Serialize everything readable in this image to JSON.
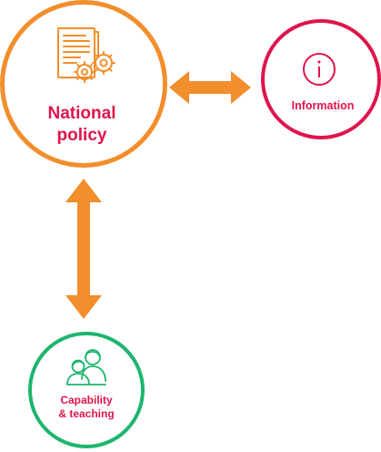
{
  "nodes": {
    "national_policy": {
      "line1": "National",
      "line2": "policy",
      "icon": "document-gears-icon",
      "color": "#f28e2b"
    },
    "information": {
      "label": "Information",
      "icon": "info-icon",
      "color": "#e0144c"
    },
    "capability": {
      "line1": "Capability",
      "line2": "& teaching",
      "icon": "parent-child-icon",
      "color": "#1db56f"
    }
  },
  "arrows": {
    "color": "#f28e2b",
    "links": [
      {
        "from": "national_policy",
        "to": "information",
        "direction": "both"
      },
      {
        "from": "national_policy",
        "to": "capability",
        "direction": "both"
      }
    ]
  },
  "text_color": "#e0144c"
}
